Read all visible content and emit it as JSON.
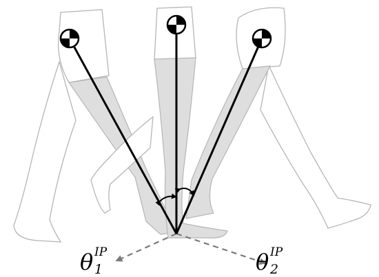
{
  "labels": {
    "theta1": {
      "symbol": "θ",
      "subscript": "1",
      "superscript": "IP"
    },
    "theta2": {
      "symbol": "θ",
      "subscript": "2",
      "superscript": "IP"
    }
  },
  "colors": {
    "outline": "#b5b5b5",
    "shank_fill": "#dedede",
    "axis_line": "#000000",
    "dashed_arrow": "#7a7a7a",
    "marker": "#000000"
  },
  "icons": [
    "hip-joint-marker-icon"
  ]
}
